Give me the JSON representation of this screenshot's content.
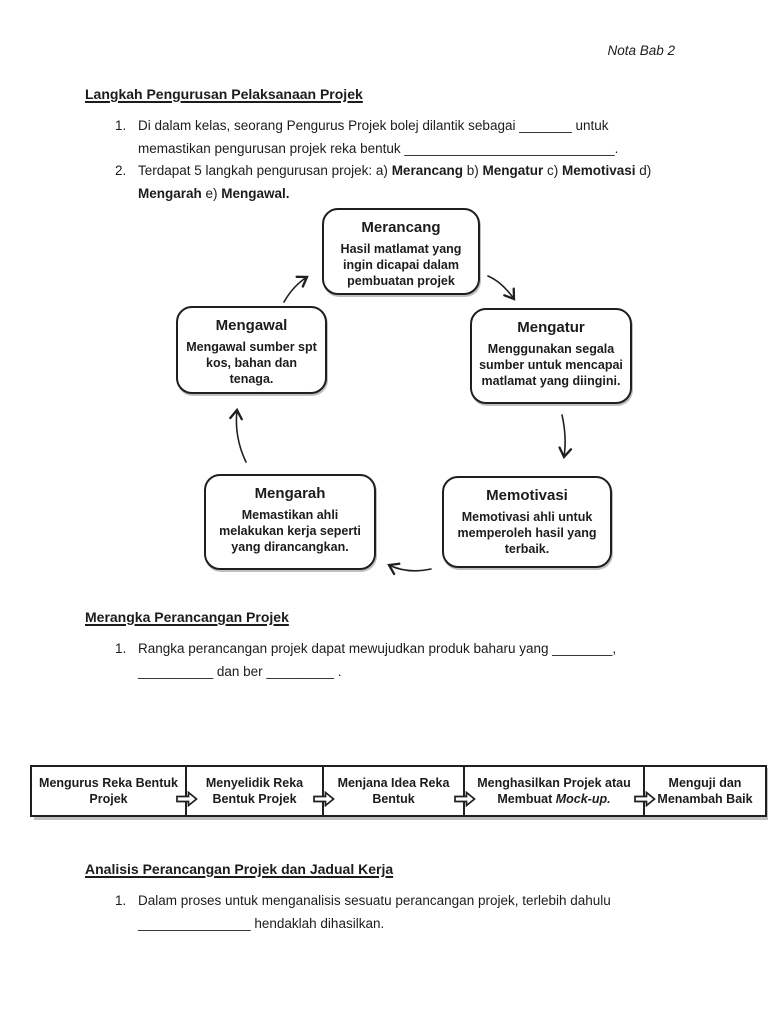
{
  "page": {
    "note": "Nota Bab 2"
  },
  "sections": {
    "langkah": {
      "heading": "Langkah Pengurusan Pelaksanaan Projek",
      "items": [
        {
          "num": "1.",
          "parts": [
            {
              "t": "Di dalam kelas, seorang Pengurus Projek bolej dilantik sebagai _______ untuk"
            },
            {
              "br": true
            },
            {
              "t": "memastikan pengurusan projek reka bentuk ____________________________."
            }
          ]
        },
        {
          "num": "2.",
          "parts": [
            {
              "t": "Terdapat 5 langkah pengurusan projek: a) "
            },
            {
              "t": "Merancang",
              "b": true
            },
            {
              "t": " b) "
            },
            {
              "t": "Mengatur",
              "b": true
            },
            {
              "t": " c) "
            },
            {
              "t": "Memotivasi",
              "b": true
            },
            {
              "t": " d)"
            },
            {
              "br": true
            },
            {
              "t": "Mengarah",
              "b": true
            },
            {
              "t": " e) "
            },
            {
              "t": "Mengawal.",
              "b": true
            }
          ]
        }
      ]
    },
    "merangka": {
      "heading": "Merangka Perancangan Projek",
      "items": [
        {
          "num": "1.",
          "parts": [
            {
              "t": "Rangka perancangan projek dapat mewujudkan produk baharu yang ________,"
            },
            {
              "br": true
            },
            {
              "t": "__________ dan ber _________ ."
            }
          ]
        }
      ]
    },
    "analisis": {
      "heading": "Analisis Perancangan Projek dan Jadual Kerja",
      "items": [
        {
          "num": "1.",
          "parts": [
            {
              "t": "Dalam proses untuk menganalisis sesuatu perancangan projek, terlebih dahulu"
            },
            {
              "br": true
            },
            {
              "t": "_______________ hendaklah dihasilkan."
            }
          ]
        }
      ]
    }
  },
  "cycle": {
    "nodes": {
      "merancang": {
        "title": "Merancang",
        "body": [
          "Hasil matlamat yang",
          "ingin dicapai dalam",
          "pembuatan projek"
        ]
      },
      "mengatur": {
        "title": "Mengatur",
        "body": [
          "Menggunakan segala",
          "sumber untuk mencapai",
          "matlamat yang diingini."
        ]
      },
      "memotivasi": {
        "title": "Memotivasi",
        "body": [
          "Memotivasi ahli untuk",
          "memperoleh hasil yang",
          "terbaik."
        ]
      },
      "mengarah": {
        "title": "Mengarah",
        "body": [
          "Memastikan ahli",
          "melakukan kerja seperti",
          "yang dirancangkan."
        ]
      },
      "mengawal": {
        "title": "Mengawal",
        "body": [
          "Mengawal sumber spt",
          "kos, bahan dan",
          "tenaga."
        ]
      }
    }
  },
  "process_flow": {
    "steps": [
      {
        "parts": [
          {
            "t": "Mengurus Reka Bentuk Projek"
          }
        ]
      },
      {
        "parts": [
          {
            "t": "Menyelidik Reka Bentuk Projek"
          }
        ]
      },
      {
        "parts": [
          {
            "t": "Menjana Idea Reka Bentuk"
          }
        ]
      },
      {
        "parts": [
          {
            "t": "Menghasilkan Projek atau Membuat "
          },
          {
            "t": "Mock-up.",
            "i": true
          }
        ]
      },
      {
        "parts": [
          {
            "t": "Menguji dan Menambah Baik"
          }
        ]
      }
    ]
  },
  "colors": {
    "text": "#1c1c1c",
    "line": "#1f1f1f",
    "shadow": "#8f8f8f",
    "background": "#ffffff"
  }
}
